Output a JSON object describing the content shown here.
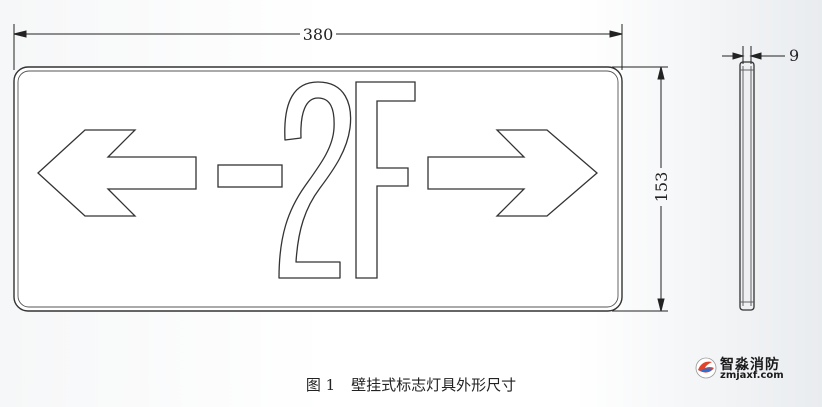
{
  "dimensions": {
    "width": "380",
    "height": "153",
    "thickness": "9"
  },
  "sign": {
    "text": "-2F"
  },
  "caption": {
    "figure_number": "图 1",
    "title": "壁挂式标志灯具外形尺寸"
  },
  "watermark": {
    "brand": "智淼消防",
    "domain": "zmjaxf.com"
  }
}
